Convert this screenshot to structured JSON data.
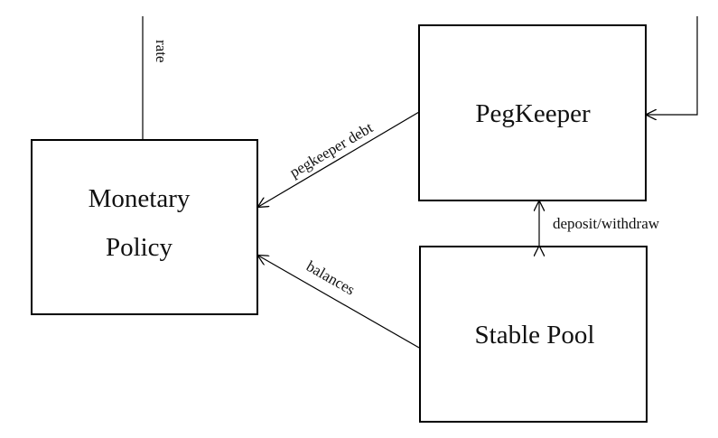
{
  "nodes": {
    "monetary_policy": {
      "line1": "Monetary",
      "line2": "Policy"
    },
    "pegkeeper": {
      "label": "PegKeeper"
    },
    "stable_pool": {
      "label": "Stable Pool"
    }
  },
  "edges": {
    "rate": "rate",
    "pegkeeper_debt": "pegkeeper debt",
    "balances": "balances",
    "deposit_withdraw": "deposit/withdraw"
  }
}
